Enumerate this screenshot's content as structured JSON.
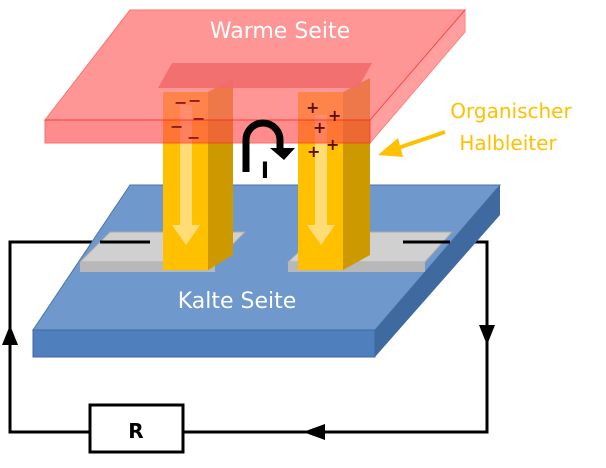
{
  "labels": {
    "warm_side": "Warme Seite",
    "cold_side": "Kalte Seite",
    "semiconductor_line1": "Organischer",
    "semiconductor_line2": "Halbleiter",
    "current": "I",
    "resistor": "R"
  },
  "charges": {
    "left": "−",
    "right": "+"
  },
  "colors": {
    "warm_plate": "#ff8080",
    "cold_plate": "#6f98cc",
    "semiconductor": "#ffc000",
    "label_accent": "#ffc000",
    "contact": "#c8c8c8",
    "wire": "#000000"
  }
}
